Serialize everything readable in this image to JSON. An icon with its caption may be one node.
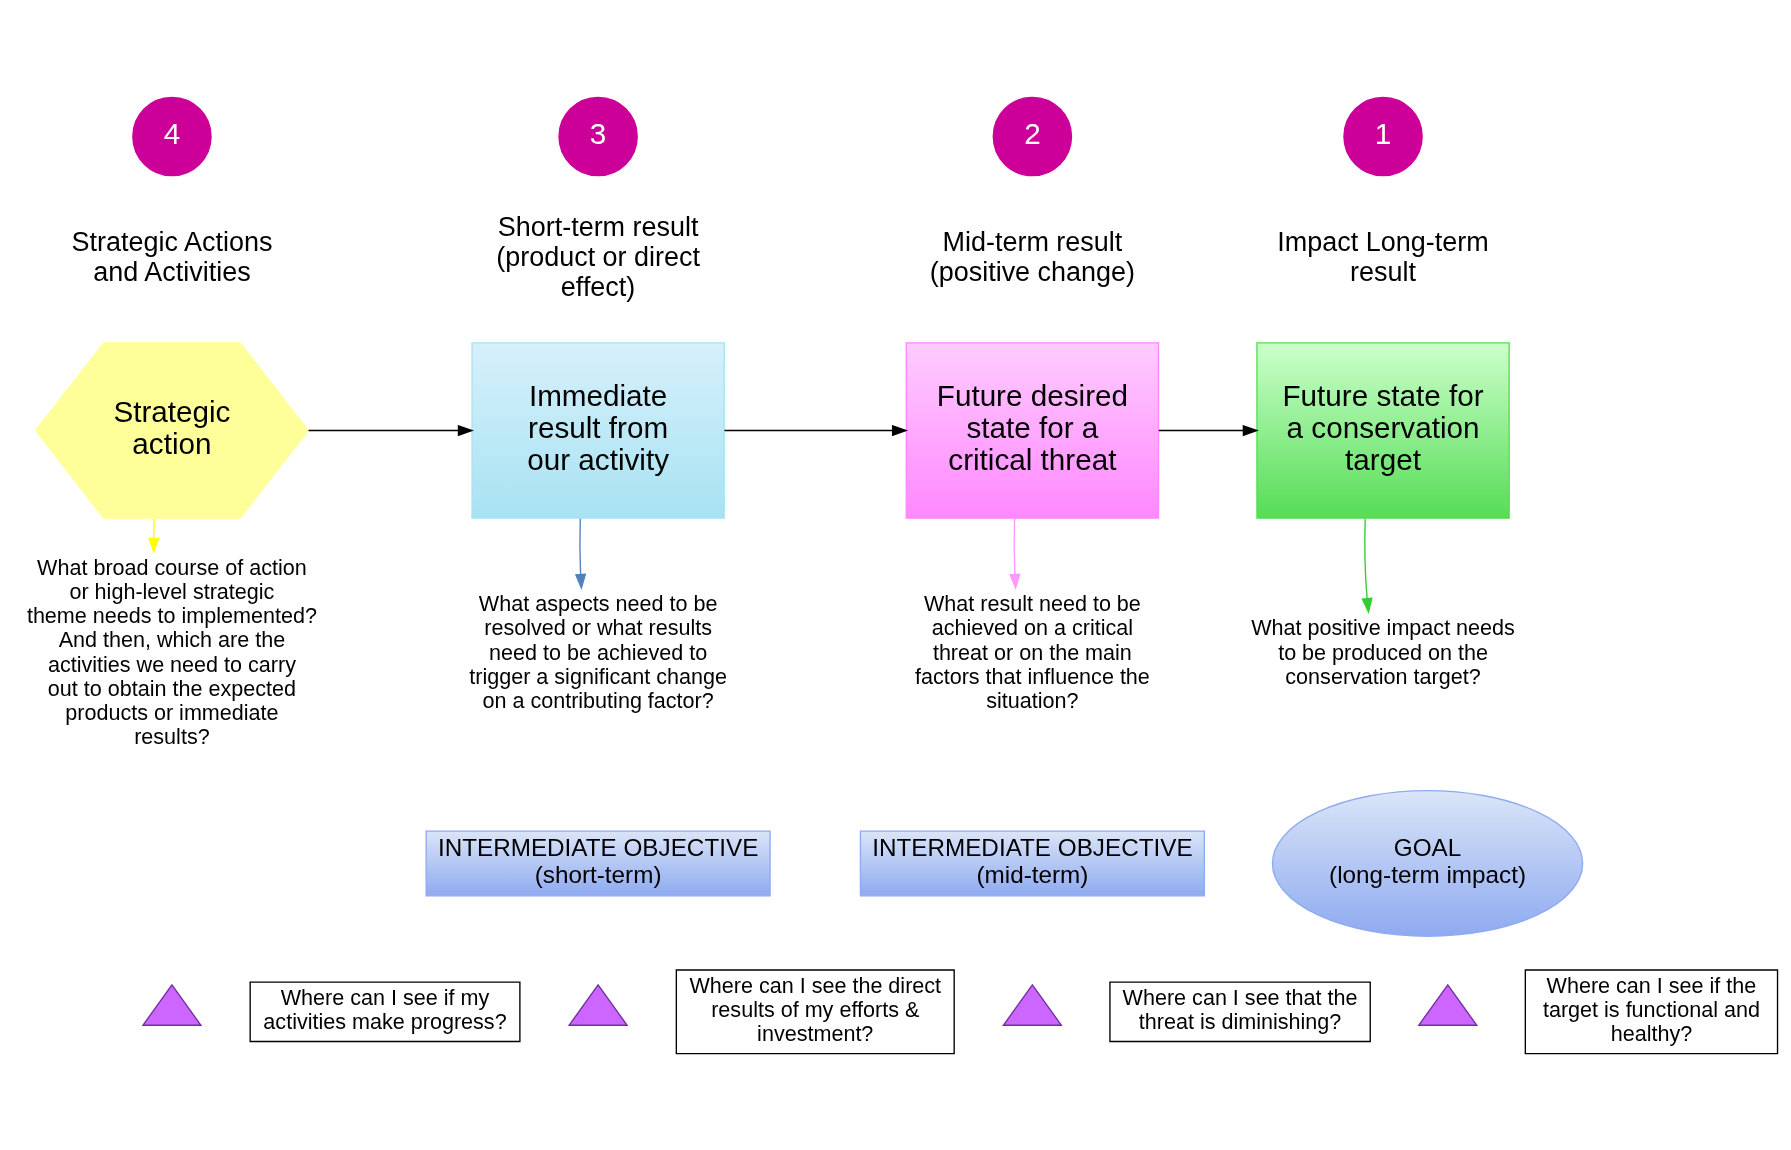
{
  "diagram": {
    "nodes": [
      {
        "text": [
          "4"
        ]
      },
      {
        "text": [
          "3"
        ]
      },
      {
        "text": [
          "2"
        ]
      },
      {
        "text": [
          "1"
        ]
      },
      {
        "text": [
          "Strategic action"
        ]
      },
      {
        "text": [
          "Immediate result from our activity"
        ]
      },
      {
        "text": [
          "Future desired state for a critical threat"
        ]
      },
      {
        "text": [
          "Future state for a conservation target"
        ]
      },
      {
        "text": [
          "What broad course of action or high-level strategic theme needs to implemented? And then, which are the activities we need to carry out to obtain the expected products or immediate results?"
        ]
      },
      {
        "text": [
          "What aspects need to be resolved or what results need to be achieved to trigger a significant change on a contributing factor?"
        ]
      },
      {
        "text": [
          "What result need to be achieved on a critical threat or on the main factors that influence the situation?"
        ]
      },
      {
        "text": [
          "What positive impact needs to be produced on the conservation target?"
        ]
      },
      {
        "text": [
          "INTERMEDIATE OBJECTIVE",
          "(short-term)"
        ]
      },
      {
        "text": [
          "INTERMEDIATE OBJECTIVE",
          "(mid-term)"
        ]
      },
      {
        "text": [
          "GOAL",
          "(long-term impact)"
        ]
      },
      {
        "text": [],
        "shape": "triangle"
      },
      {
        "text": [
          "Where can I see if my activities make progress?"
        ]
      },
      {
        "text": [],
        "shape": "triangle"
      },
      {
        "text": [
          "Where can I see the direct results of my efforts & investment?"
        ]
      },
      {
        "text": [],
        "shape": "triangle"
      },
      {
        "text": [
          "Where can I see that the threat is diminishing?"
        ]
      },
      {
        "text": [],
        "shape": "triangle"
      },
      {
        "text": [
          "Where can I see if the target is functional and healthy?"
        ]
      }
    ],
    "edges": [
      {
        "from": 4,
        "to": 5,
        "arrow": "to"
      },
      {
        "from": 5,
        "to": 6,
        "arrow": "to"
      },
      {
        "from": 6,
        "to": 7,
        "arrow": "to"
      },
      {
        "from": 4,
        "to": 8,
        "arrow": "to",
        "color": "#ffff00"
      },
      {
        "from": 5,
        "to": 9,
        "arrow": "to",
        "color": "#4f81bd"
      },
      {
        "from": 6,
        "to": 10,
        "arrow": "to",
        "color": "#ff99ff"
      },
      {
        "from": 7,
        "to": 11,
        "arrow": "to",
        "color": "#33cc33"
      }
    ],
    "labels": [
      "Strategic Actions and Activities",
      "Short-term result",
      "(product or direct effect)",
      "Mid-term result",
      "(positive change)",
      "Impact Long-term result"
    ]
  }
}
